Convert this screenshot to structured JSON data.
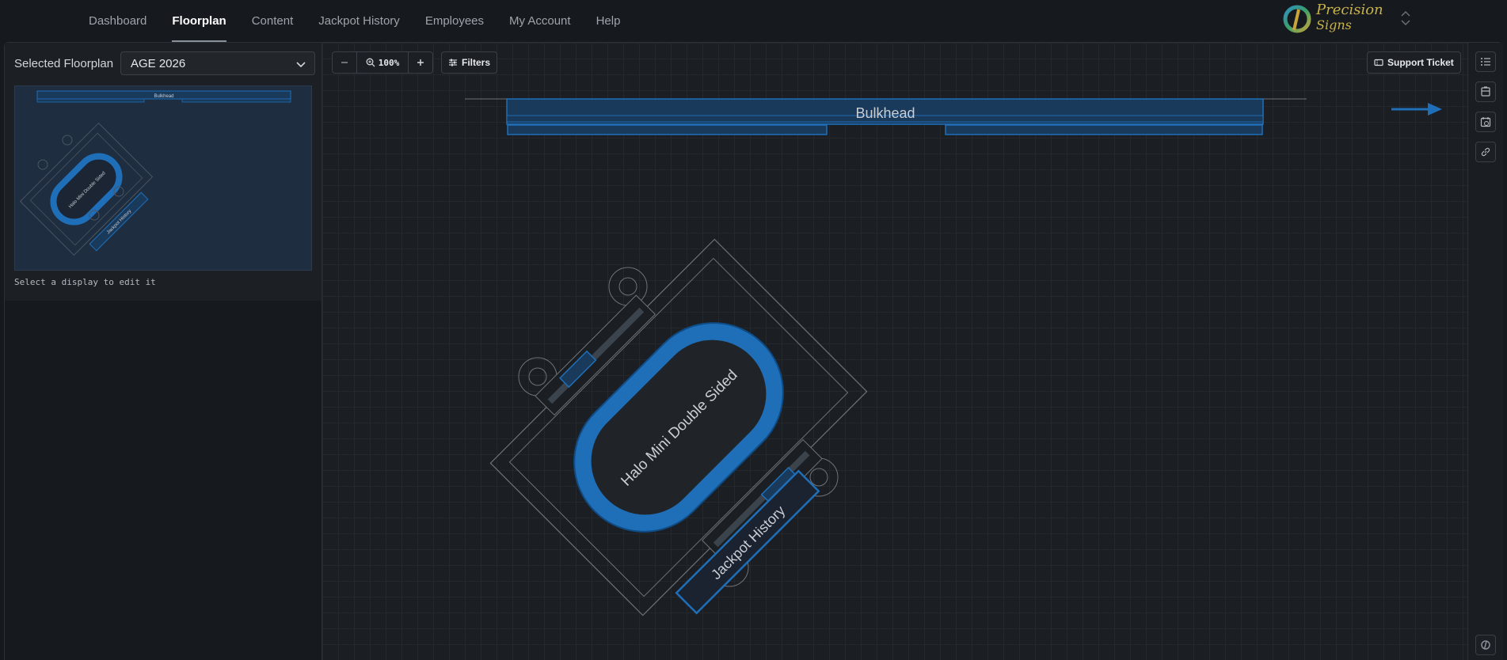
{
  "nav": {
    "items": [
      {
        "label": "Dashboard",
        "active": false
      },
      {
        "label": "Floorplan",
        "active": true
      },
      {
        "label": "Content",
        "active": false
      },
      {
        "label": "Jackpot History",
        "active": false
      },
      {
        "label": "Employees",
        "active": false
      },
      {
        "label": "My Account",
        "active": false
      },
      {
        "label": "Help",
        "active": false
      }
    ],
    "brand_line1": "Precision",
    "brand_line2": "Signs"
  },
  "left_panel": {
    "selected_label": "Selected Floorplan",
    "selected_value": "AGE 2026",
    "hint": "Select a display to edit it",
    "thumbnail": {
      "bulkhead_label": "Bulkhead",
      "halo_label": "Halo Mini Double Sided",
      "jackpot_label": "Jackpot History"
    }
  },
  "toolbar": {
    "zoom_level": "100%",
    "filters_label": "Filters",
    "support_label": "Support Ticket"
  },
  "floorplan": {
    "bulkhead_label": "Bulkhead",
    "halo_label": "Halo Mini Double Sided",
    "jackpot_label": "Jackpot History"
  },
  "rail_icons": [
    "list-icon",
    "layers-icon",
    "calendar-clock-icon",
    "link-icon"
  ],
  "colors": {
    "accent": "#1f6fb8",
    "accent_fill": "#1a3a5c",
    "background": "#16191d",
    "outline": "#6d737b"
  }
}
